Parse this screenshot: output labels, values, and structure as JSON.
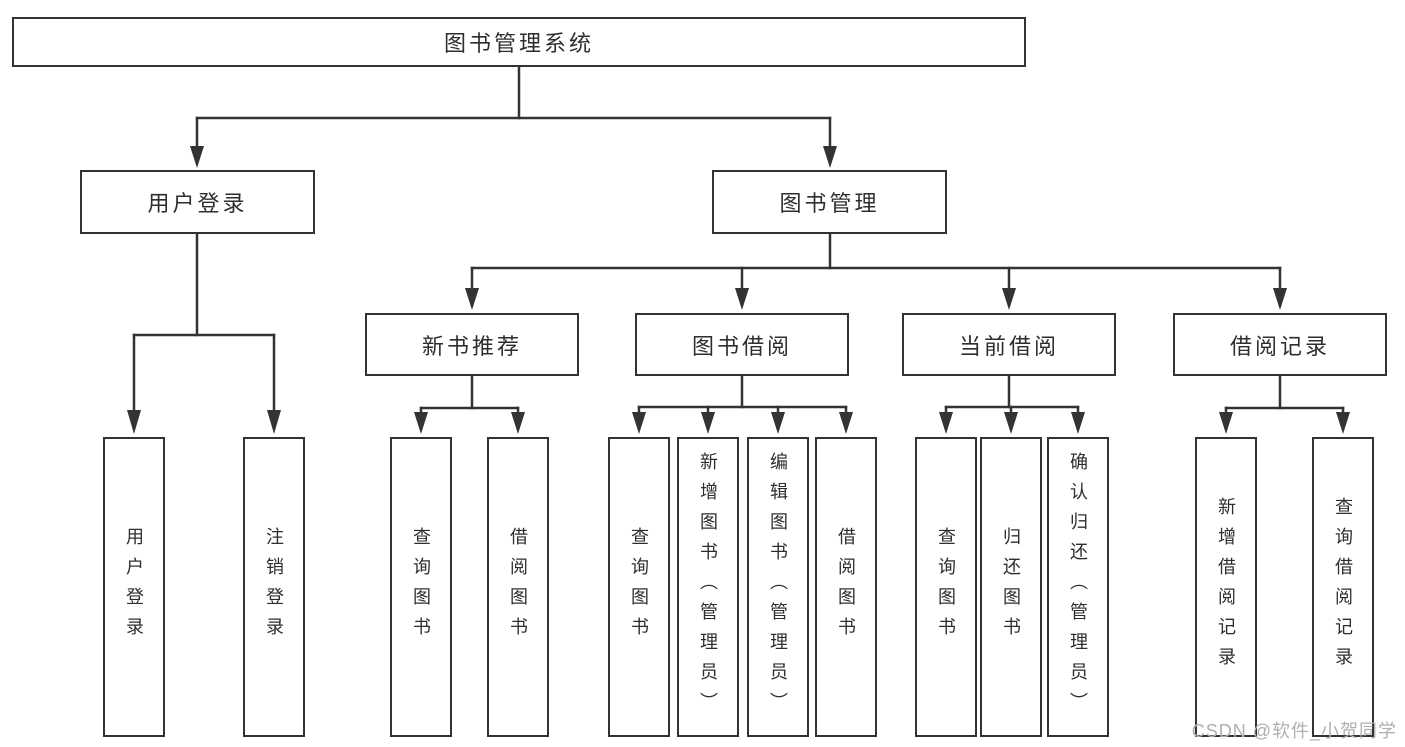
{
  "diagram_type": "hierarchy-tree",
  "colors": {
    "background": "#ffffff",
    "line": "#333333",
    "box_border": "#333333",
    "text": "#2e2e2e",
    "watermark": "#b3aeae"
  },
  "tree": {
    "label": "图书管理系统",
    "children": [
      {
        "label": "用户登录",
        "children": [
          {
            "label": "用户登录"
          },
          {
            "label": "注销登录"
          }
        ]
      },
      {
        "label": "图书管理",
        "children": [
          {
            "label": "新书推荐",
            "children": [
              {
                "label": "查询图书"
              },
              {
                "label": "借阅图书"
              }
            ]
          },
          {
            "label": "图书借阅",
            "children": [
              {
                "label": "查询图书"
              },
              {
                "label": "新增图书（管理员）"
              },
              {
                "label": "编辑图书（管理员）"
              },
              {
                "label": "借阅图书"
              }
            ]
          },
          {
            "label": "当前借阅",
            "children": [
              {
                "label": "查询图书"
              },
              {
                "label": "归还图书"
              },
              {
                "label": "确认归还（管理员）"
              }
            ]
          },
          {
            "label": "借阅记录",
            "children": [
              {
                "label": "新增借阅记录"
              },
              {
                "label": "查询借阅记录"
              }
            ]
          }
        ]
      }
    ]
  },
  "watermark": {
    "text": "CSDN @软件_小贺同学"
  }
}
